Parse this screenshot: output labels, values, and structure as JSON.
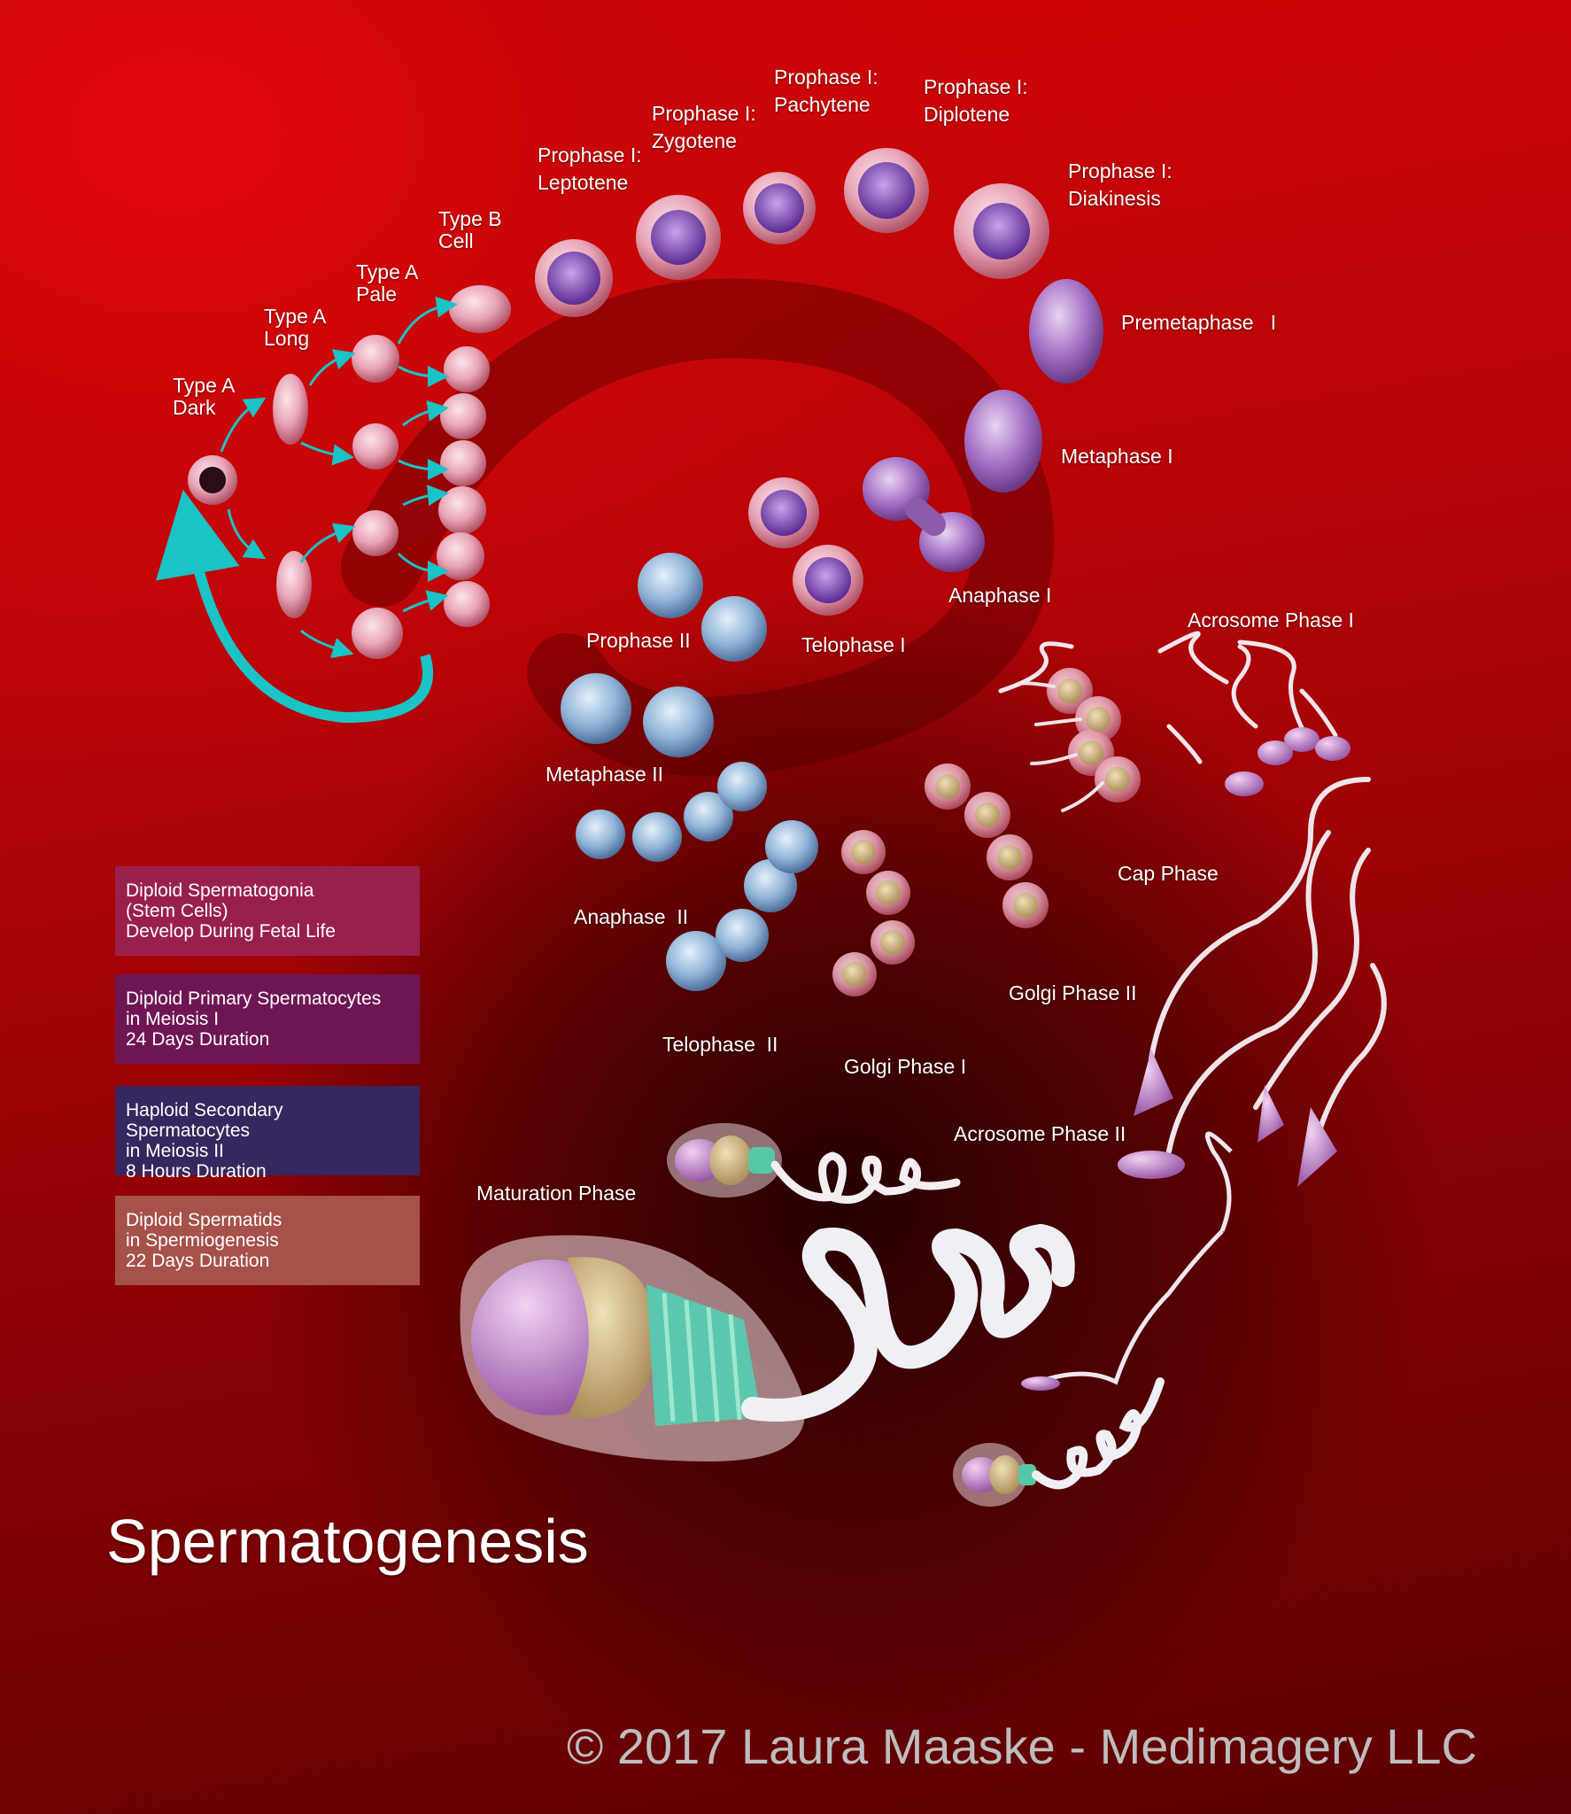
{
  "colors": {
    "background": "#c80608",
    "arrow": "#19c3c6",
    "legend_spermatogonia": "#99204e",
    "legend_primary": "#6e1654",
    "legend_secondary": "#36275e",
    "legend_spermatids": "#a6514a",
    "copyright": "#bdbdbd"
  },
  "labels": {
    "type_a_dark": [
      "Type A",
      "Dark"
    ],
    "type_a_long": [
      "Type A",
      "Long"
    ],
    "type_a_pale": [
      "Type A",
      "Pale"
    ],
    "type_b_cell": [
      "Type B",
      "Cell"
    ],
    "leptotene": [
      "Prophase I:",
      "Leptotene"
    ],
    "zygotene": [
      "Prophase I:",
      "Zygotene"
    ],
    "pachytene": [
      "Prophase I:",
      "Pachytene"
    ],
    "diplotene": [
      "Prophase I:",
      "Diplotene"
    ],
    "diakinesis": [
      "Prophase I:",
      "Diakinesis"
    ],
    "premetaphase": "Premetaphase   I",
    "metaphase1": "Metaphase I",
    "anaphase1": "Anaphase I",
    "telophase1": "Telophase I",
    "prophase2": "Prophase II",
    "metaphase2": "Metaphase II",
    "anaphase2": "Anaphase  II",
    "telophase2": "Telophase  II",
    "golgi1": "Golgi Phase I",
    "golgi2": "Golgi Phase II",
    "cap": "Cap Phase",
    "acrosome1": "Acrosome Phase I",
    "acrosome2": "Acrosome Phase II",
    "maturation": "Maturation Phase"
  },
  "legend": [
    [
      "Diploid Spermatogonia",
      "(Stem Cells)",
      "Develop During Fetal Life"
    ],
    [
      "Diploid Primary Spermatocytes",
      "in Meiosis I",
      "24 Days Duration"
    ],
    [
      "Haploid Secondary Spermatocytes",
      "in Meiosis II",
      "8 Hours Duration"
    ],
    [
      "Diploid Spermatids",
      "in Spermiogenesis",
      "22 Days Duration"
    ]
  ],
  "title": "Spermatogenesis",
  "copyright": "© 2017 Laura Maaske - Medimagery LLC"
}
